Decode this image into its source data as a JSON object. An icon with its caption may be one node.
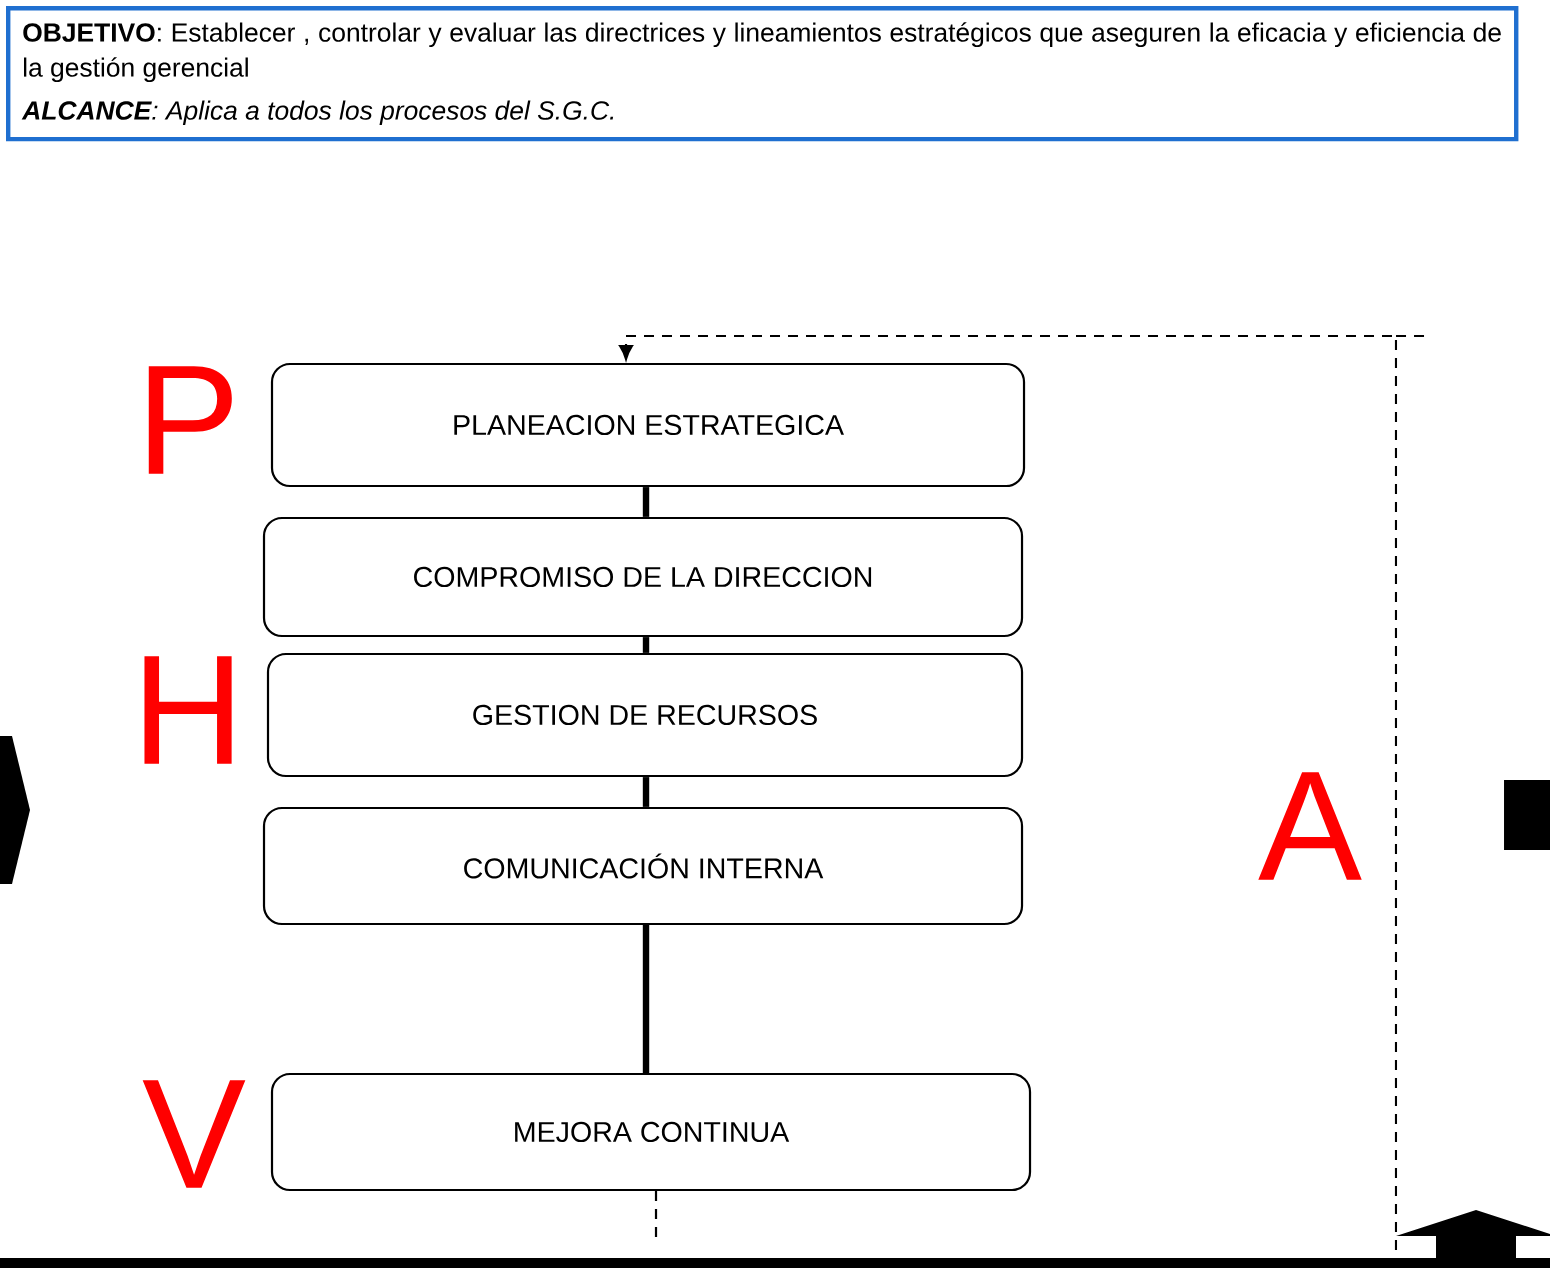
{
  "diagram": {
    "nodes": [
      {
        "text": [
          "**OBJETIVO**: Establecer , controlar y evaluar las directrices y lineamientos estratégicos que aseguren la eficacia y eficiencia de la gestión gerencial",
          "**ALCANCE**: Aplica a todos los procesos del S.G.C."
        ]
      },
      {
        "text": [
          "PLANEACION ESTRATEGICA"
        ]
      },
      {
        "text": [
          "COMPROMISO DE LA DIRECCION"
        ]
      },
      {
        "text": [
          "GESTION DE RECURSOS"
        ]
      },
      {
        "text": [
          "COMUNICACIÓN INTERNA"
        ]
      },
      {
        "text": [
          "MEJORA CONTINUA"
        ]
      }
    ],
    "edges": [
      {
        "from": 1,
        "to": 2,
        "arrow": "none"
      },
      {
        "from": 2,
        "to": 3,
        "arrow": "none"
      },
      {
        "from": 3,
        "to": 4,
        "arrow": "none"
      },
      {
        "from": 4,
        "to": 5,
        "arrow": "none"
      },
      {
        "from": null,
        "to": 1,
        "arrow": "to",
        "style": "dashed"
      },
      {
        "from": 5,
        "to": null,
        "arrow": "none",
        "style": "dashed"
      }
    ],
    "labels": [
      "P",
      "H",
      "V",
      "A"
    ]
  }
}
